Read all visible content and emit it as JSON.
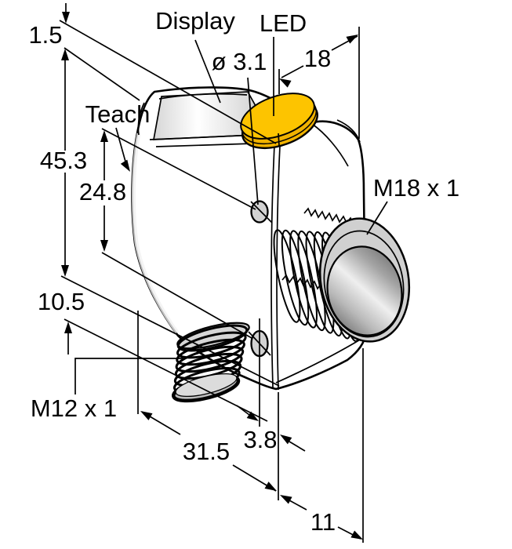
{
  "drawing": {
    "type": "technical-dimension-drawing",
    "subject": "photoelectric sensor with M18 threaded lens barrel and M12 bottom connector",
    "callouts": {
      "display": "Display",
      "led": "LED",
      "teach": "Teach",
      "hole_diameter": "ø 3.1",
      "m18_thread": "M18 x 1",
      "m12_connector": "M12 x 1"
    },
    "dimensions": {
      "d1_5": "1.5",
      "d18": "18",
      "d45_3": "45.3",
      "d24_8": "24.8",
      "d10_5": "10.5",
      "d31_5": "31.5",
      "d3_8": "3.8",
      "d11": "11"
    },
    "dimensions_mm": [
      1.5,
      3.1,
      18,
      45.3,
      24.8,
      10.5,
      31.5,
      3.8,
      11
    ],
    "colors": {
      "led_yellow": "#FDC400",
      "led_yellow_dark": "#F0B200",
      "body_gray": "#D2D2D2",
      "outline_black": "#000000",
      "background": "#FFFFFF"
    }
  }
}
